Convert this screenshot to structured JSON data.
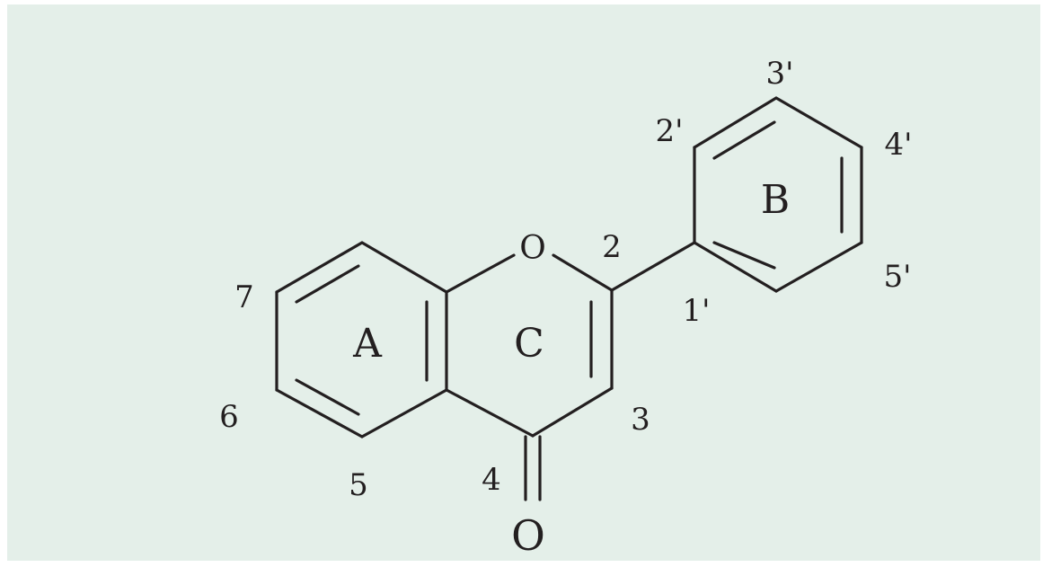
{
  "diagram": {
    "background_color": "#e4efe9",
    "ink_color": "#231f20",
    "ring_labels": {
      "ring_a": "A",
      "ring_b": "B",
      "ring_c": "C"
    },
    "atoms": {
      "ring_oxygen": "O",
      "carbonyl_oxygen": "O"
    },
    "positions": {
      "p2": "2",
      "p3": "3",
      "p4": "4",
      "p5": "5",
      "p6": "6",
      "p7": "7",
      "p1_prime": "1'",
      "p2_prime": "2'",
      "p3_prime": "3'",
      "p4_prime": "4'",
      "p5_prime": "5'"
    }
  }
}
